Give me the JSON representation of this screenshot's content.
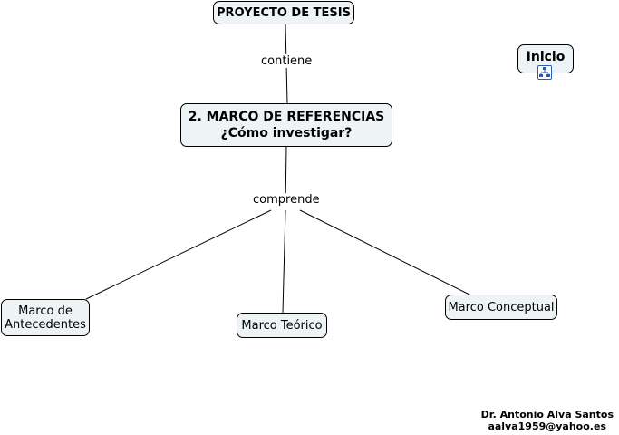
{
  "nodes": {
    "proyecto": "PROYECTO DE TESIS",
    "marco_referencias_line1": "2. MARCO DE REFERENCIAS",
    "marco_referencias_line2": "¿Cómo investigar?",
    "inicio": "Inicio",
    "marco_antecedentes_line1": "Marco de",
    "marco_antecedentes_line2": "Antecedentes",
    "marco_teorico": "Marco Teórico",
    "marco_conceptual": "Marco Conceptual"
  },
  "links": {
    "contiene": "contiene",
    "comprende": "comprende"
  },
  "footer": {
    "author": "Dr. Antonio Alva Santos",
    "email": "aalva1959@yahoo.es"
  },
  "icons": {
    "inicio_link": "sitemap-icon"
  },
  "colors": {
    "node_fill": "#eef3f5",
    "node_border": "#000000",
    "icon_blue": "#2a5db0"
  }
}
